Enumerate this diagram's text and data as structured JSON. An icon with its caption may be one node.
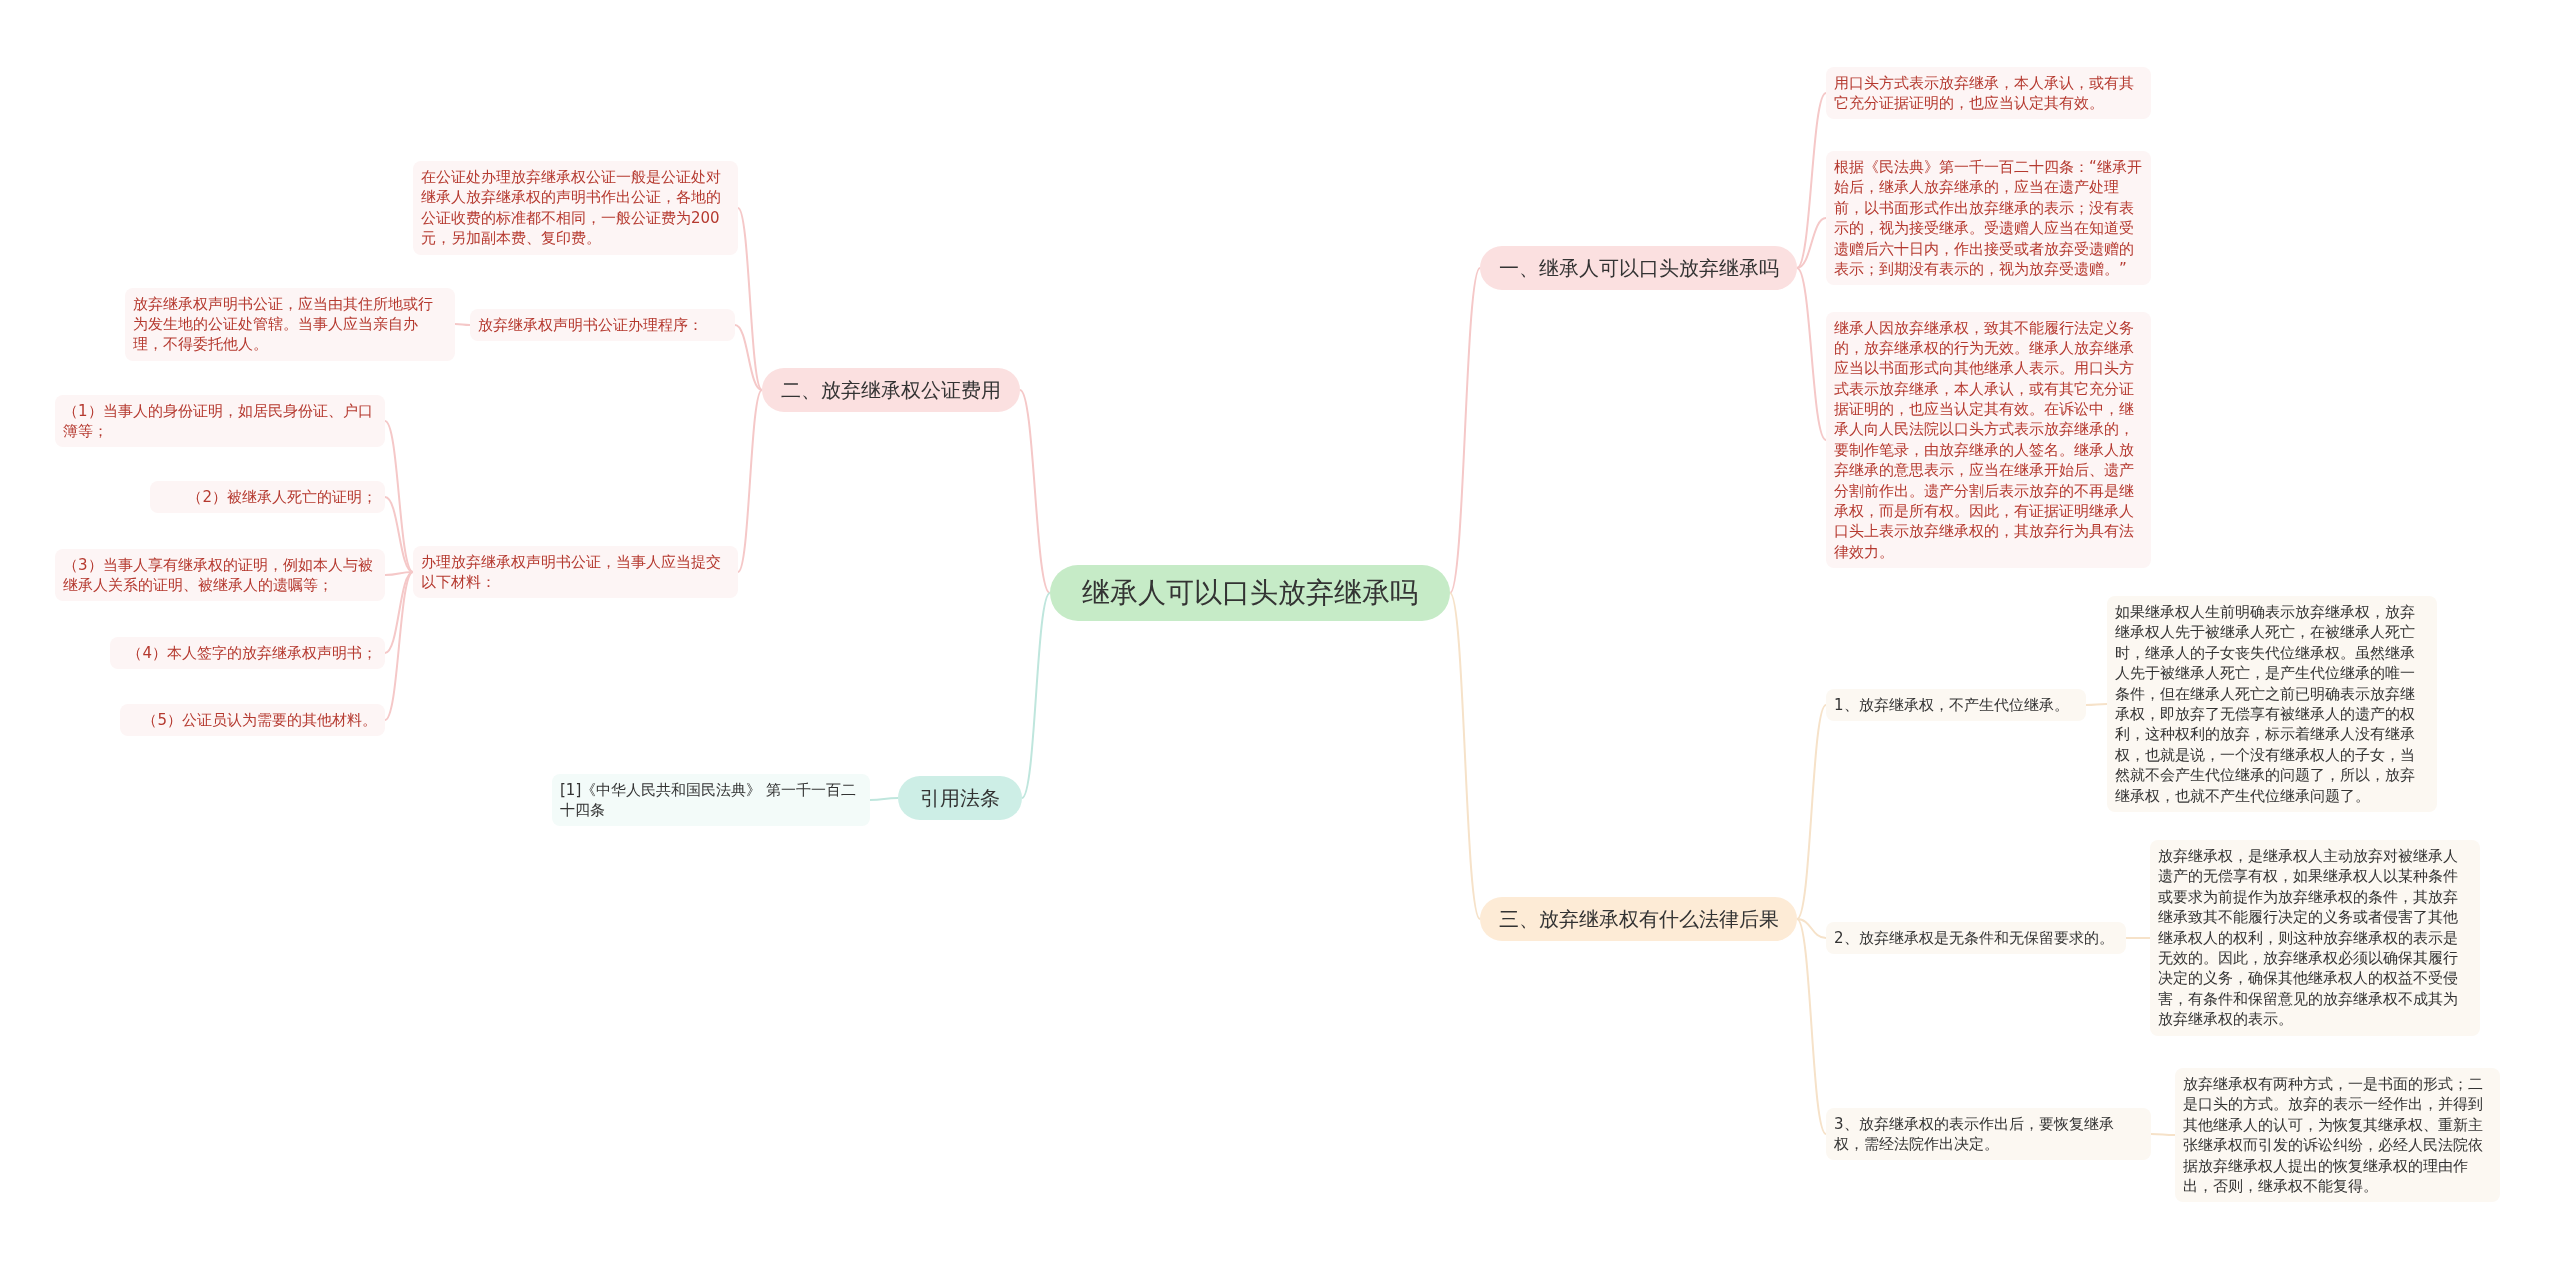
{
  "diagram": {
    "nodes": [
      {
        "text": [
          "继承人可以口头放弃继承吗"
        ]
      },
      {
        "text": [
          "一、继承人可以口头放弃继承吗"
        ]
      },
      {
        "text": [
          "用口头方式表示放弃继承，本人承认，或有其它充分证据证明的，也应当认定其有效。"
        ]
      },
      {
        "text": [
          "根据《民法典》第一千一百二十四条：“继承开始后，继承人放弃继承的，应当在遗产处理前，以书面形式作出放弃继承的表示；没有表示的，视为接受继承。受遗赠人应当在知道受遗赠后六十日内，作出接受或者放弃受遗赠的表示；到期没有表示的，视为放弃受遗赠。”"
        ]
      },
      {
        "text": [
          "继承人因放弃继承权，致其不能履行法定义务的，放弃继承权的行为无效。继承人放弃继承应当以书面形式向其他继承人表示。用口头方式表示放弃继承，本人承认，或有其它充分证据证明的，也应当认定其有效。在诉讼中，继承人向人民法院以口头方式表示放弃继承的，要制作笔录，由放弃继承的人签名。继承人放弃继承的意思表示，应当在继承开始后、遗产分割前作出。遗产分割后表示放弃的不再是继承权，而是所有权。因此，有证据证明继承人口头上表示放弃继承权的，其放弃行为具有法律效力。"
        ]
      },
      {
        "text": [
          "二、放弃继承权公证费用"
        ]
      },
      {
        "text": [
          "在公证处办理放弃继承权公证一般是公证处对继承人放弃继承权的声明书作出公证，各地的公证收费的标准都不相同，一般公证费为200元，另加副本费、复印费。"
        ]
      },
      {
        "text": [
          "放弃继承权声明书公证办理程序："
        ]
      },
      {
        "text": [
          "放弃继承权声明书公证，应当由其住所地或行为发生地的公证处管辖。当事人应当亲自办理，不得委托他人。"
        ]
      },
      {
        "text": [
          "办理放弃继承权声明书公证，当事人应当提交以下材料："
        ]
      },
      {
        "text": [
          "（1）当事人的身份证明，如居民身份证、户口簿等；"
        ]
      },
      {
        "text": [
          "（2）被继承人死亡的证明；"
        ]
      },
      {
        "text": [
          "（3）当事人享有继承权的证明，例如本人与被继承人关系的证明、被继承人的遗嘱等；"
        ]
      },
      {
        "text": [
          "（4）本人签字的放弃继承权声明书；"
        ]
      },
      {
        "text": [
          "（5）公证员认为需要的其他材料。"
        ]
      },
      {
        "text": [
          "引用法条"
        ]
      },
      {
        "text": [
          "[1]《中华人民共和国民法典》 第一千一百二十四条"
        ]
      },
      {
        "text": [
          "三、放弃继承权有什么法律后果"
        ]
      },
      {
        "text": [
          "1、放弃继承权，不产生代位继承。"
        ]
      },
      {
        "text": [
          "如果继承权人生前明确表示放弃继承权，放弃继承权人先于被继承人死亡，在被继承人死亡时，继承人的子女丧失代位继承权。虽然继承人先于被继承人死亡，是产生代位继承的唯一条件，但在继承人死亡之前已明确表示放弃继承权，即放弃了无偿享有被继承人的遗产的权利，这种权利的放弃，标示着继承人没有继承权，也就是说，一个没有继承权人的子女，当然就不会产生代位继承的问题了，所以，放弃继承权，也就不产生代位继承问题了。"
        ]
      },
      {
        "text": [
          "2、放弃继承权是无条件和无保留要求的。"
        ]
      },
      {
        "text": [
          "放弃继承权，是继承权人主动放弃对被继承人遗产的无偿享有权，如果继承权人以某种条件或要求为前提作为放弃继承权的条件，其放弃继承致其不能履行决定的义务或者侵害了其他继承权人的权利，则这种放弃继承权的表示是无效的。因此，放弃继承权必须以确保其履行决定的义务，确保其他继承权人的权益不受侵害，有条件和保留意见的放弃继承权不成其为放弃继承权的表示。"
        ]
      },
      {
        "text": [
          "3、放弃继承权的表示作出后，要恢复继承权，需经法院作出决定。"
        ]
      },
      {
        "text": [
          "放弃继承权有两种方式，一是书面的形式；二是口头的方式。放弃的表示一经作出，并得到其他继承人的认可，为恢复其继承权、重新主张继承权而引发的诉讼纠纷，必经人民法院依据放弃继承权人提出的恢复继承权的理由作出，否则，继承权不能复得。"
        ]
      }
    ],
    "edges": [
      {
        "from": 0,
        "to": 1,
        "arrow": "none"
      },
      {
        "from": 1,
        "to": 2,
        "arrow": "none"
      },
      {
        "from": 1,
        "to": 3,
        "arrow": "none"
      },
      {
        "from": 1,
        "to": 4,
        "arrow": "none"
      },
      {
        "from": 0,
        "to": 5,
        "arrow": "none"
      },
      {
        "from": 5,
        "to": 6,
        "arrow": "none"
      },
      {
        "from": 5,
        "to": 7,
        "arrow": "none"
      },
      {
        "from": 7,
        "to": 8,
        "arrow": "none"
      },
      {
        "from": 5,
        "to": 9,
        "arrow": "none"
      },
      {
        "from": 9,
        "to": 10,
        "arrow": "none"
      },
      {
        "from": 9,
        "to": 11,
        "arrow": "none"
      },
      {
        "from": 9,
        "to": 12,
        "arrow": "none"
      },
      {
        "from": 9,
        "to": 13,
        "arrow": "none"
      },
      {
        "from": 9,
        "to": 14,
        "arrow": "none"
      },
      {
        "from": 0,
        "to": 15,
        "arrow": "none",
        "color": "#bfe6dd"
      },
      {
        "from": 15,
        "to": 16,
        "arrow": "none",
        "color": "#bfe6dd"
      },
      {
        "from": 0,
        "to": 17,
        "arrow": "none",
        "color": "#f6e2c9"
      },
      {
        "from": 17,
        "to": 18,
        "arrow": "none",
        "color": "#f6e2c9"
      },
      {
        "from": 18,
        "to": 19,
        "arrow": "none",
        "color": "#f6e2c9"
      },
      {
        "from": 17,
        "to": 20,
        "arrow": "none",
        "color": "#f6e2c9"
      },
      {
        "from": 20,
        "to": 21,
        "arrow": "none",
        "color": "#f6e2c9"
      },
      {
        "from": 17,
        "to": 22,
        "arrow": "none",
        "color": "#f6e2c9"
      },
      {
        "from": 22,
        "to": 23,
        "arrow": "none",
        "color": "#f6e2c9"
      }
    ]
  }
}
